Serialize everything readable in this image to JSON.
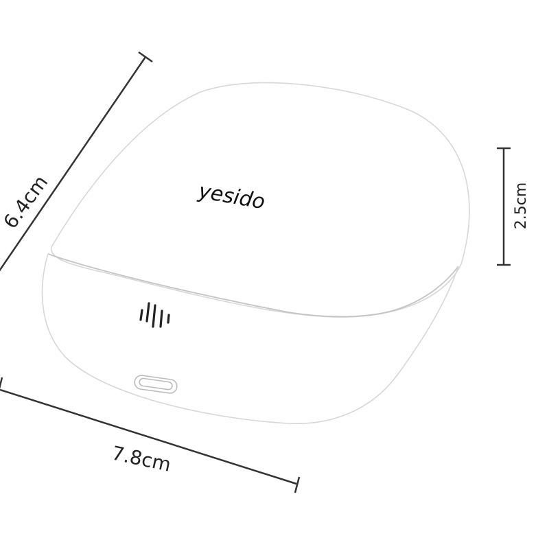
{
  "product": {
    "brand_logo": "yesido"
  },
  "dimensions": {
    "diagonal": "6.4cm",
    "height": "2.5cm",
    "width": "7.8cm"
  },
  "colors": {
    "outline": "#d7d7d7",
    "dimension_line": "#333333",
    "text": "#222222",
    "background": "#ffffff"
  },
  "icons": {
    "sound": "sound-wave-icon",
    "port": "usb-c-port-icon"
  }
}
